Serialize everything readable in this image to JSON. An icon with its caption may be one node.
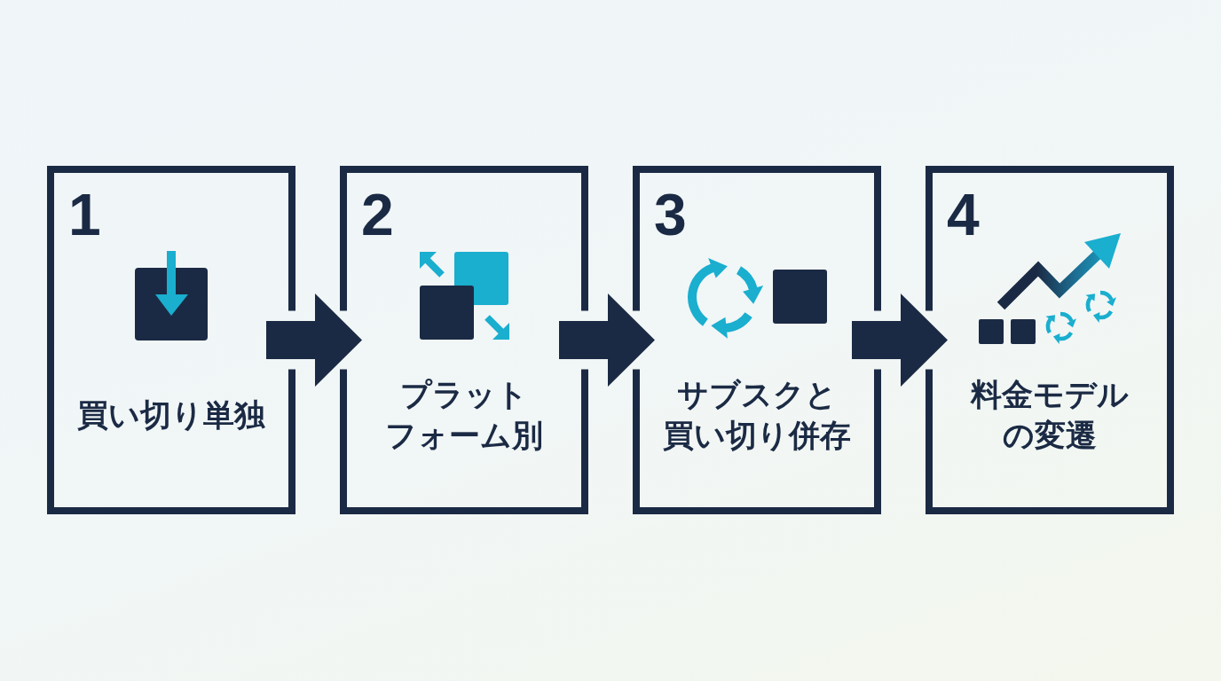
{
  "diagram": {
    "nodes": [
      {
        "text": [
          "1",
          "買い切り単独"
        ]
      },
      {
        "text": [
          "2",
          "プラットフォーム別"
        ]
      },
      {
        "text": [
          "3",
          "サブスクと買い切り併存"
        ]
      },
      {
        "text": [
          "4",
          "料金モデルの変遷"
        ]
      }
    ],
    "edges": [
      {
        "from": 0,
        "to": 1,
        "arrow": "to"
      },
      {
        "from": 1,
        "to": 2,
        "arrow": "to"
      },
      {
        "from": 2,
        "to": 3,
        "arrow": "to"
      }
    ]
  }
}
